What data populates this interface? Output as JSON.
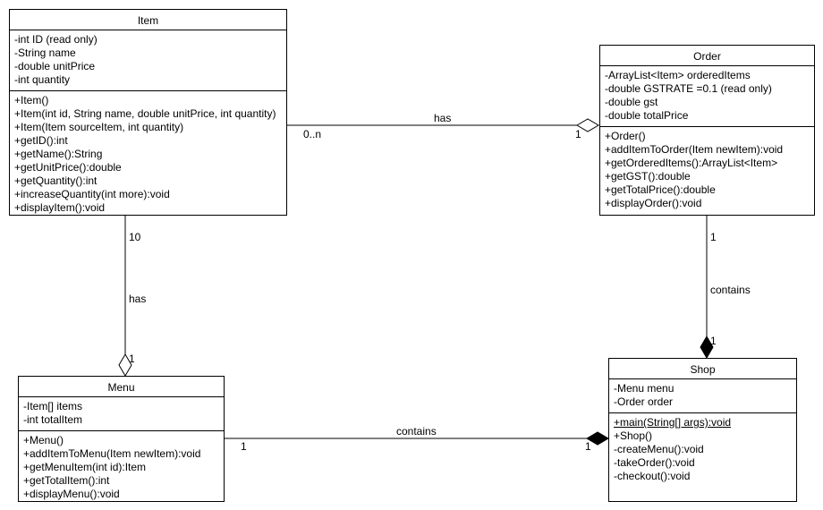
{
  "classes": {
    "item": {
      "name": "Item",
      "attributes": [
        "-int ID (read only)",
        "-String name",
        "-double unitPrice",
        "-int quantity"
      ],
      "methods": [
        "+Item()",
        "+Item(int id, String name, double unitPrice, int quantity)",
        "+Item(Item sourceItem, int quantity)",
        "+getID():int",
        "+getName():String",
        "+getUnitPrice():double",
        "+getQuantity():int",
        "+increaseQuantity(int more):void",
        "+displayItem():void"
      ]
    },
    "order": {
      "name": "Order",
      "attributes": [
        "-ArrayList<Item> orderedItems",
        "-double GSTRATE =0.1 (read only)",
        "-double gst",
        "-double totalPrice"
      ],
      "methods": [
        "+Order()",
        "+addItemToOrder(Item newItem):void",
        "+getOrderedItems():ArrayList<Item>",
        "+getGST():double",
        "+getTotalPrice():double",
        "+displayOrder():void"
      ]
    },
    "menu": {
      "name": "Menu",
      "attributes": [
        "-Item[] items",
        "-int totalItem"
      ],
      "methods": [
        "+Menu()",
        "+addItemToMenu(Item newItem):void",
        "+getMenuItem(int id):Item",
        "+getTotalItem():int",
        "+displayMenu():void"
      ]
    },
    "shop": {
      "name": "Shop",
      "attributes": [
        "-Menu menu",
        "-Order order"
      ],
      "methods": [
        "+main(String[] args):void",
        "+Shop()",
        "-createMenu():void",
        "-takeOrder():void",
        "-checkout():void"
      ]
    }
  },
  "relations": {
    "item_order": {
      "label": "has",
      "source_mult": "0..n",
      "target_mult": "1",
      "kind": "aggregation"
    },
    "item_menu": {
      "label": "has",
      "source_mult": "10",
      "target_mult": "1",
      "kind": "aggregation"
    },
    "order_shop": {
      "label": "contains",
      "source_mult": "1",
      "target_mult": "1",
      "kind": "composition"
    },
    "menu_shop": {
      "label": "contains",
      "source_mult": "1",
      "target_mult": "1",
      "kind": "composition"
    }
  }
}
